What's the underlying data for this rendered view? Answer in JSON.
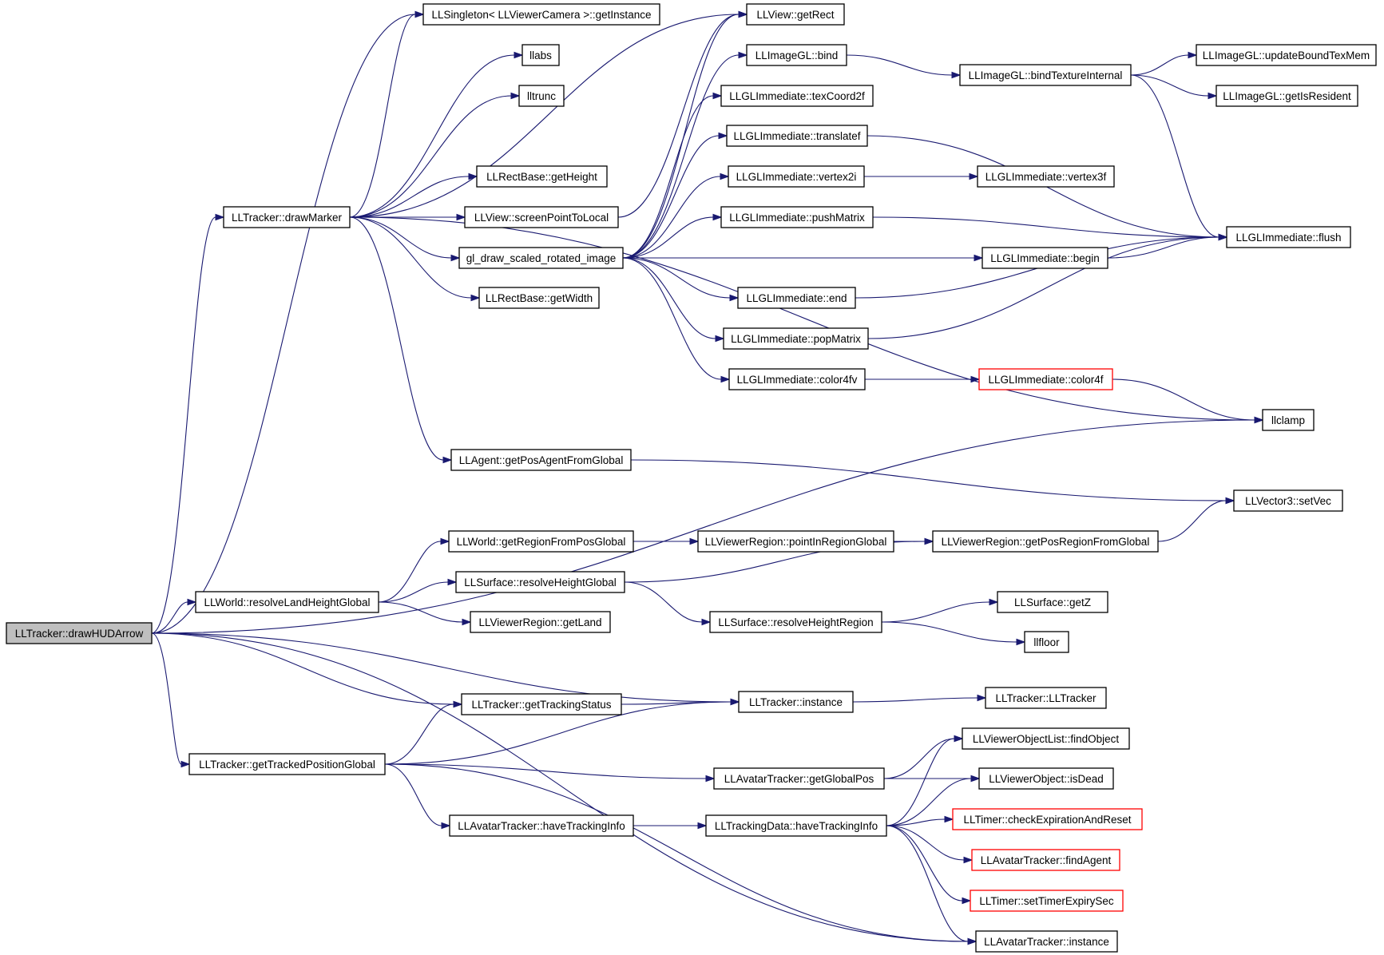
{
  "graph": {
    "title": "",
    "colors": {
      "edge": "#191970",
      "node_border": "#000000",
      "root_fill": "#bfbfbf",
      "truncated_border": "#ff0000"
    },
    "nodes": [
      {
        "id": "drawHUDArrow",
        "label": "LLTracker::drawHUDArrow",
        "root": true
      },
      {
        "id": "drawMarker",
        "label": "LLTracker::drawMarker"
      },
      {
        "id": "singletonCamera",
        "label": "LLSingleton< LLViewerCamera >::getInstance"
      },
      {
        "id": "llabs",
        "label": "llabs"
      },
      {
        "id": "lltrunc",
        "label": "lltrunc"
      },
      {
        "id": "rectGetHeight",
        "label": "LLRectBase::getHeight"
      },
      {
        "id": "screenPointToLocal",
        "label": "LLView::screenPointToLocal"
      },
      {
        "id": "glDraw",
        "label": "gl_draw_scaled_rotated_image"
      },
      {
        "id": "rectGetWidth",
        "label": "LLRectBase::getWidth"
      },
      {
        "id": "getPosAgent",
        "label": "LLAgent::getPosAgentFromGlobal"
      },
      {
        "id": "viewGetRect",
        "label": "LLView::getRect"
      },
      {
        "id": "imgBind",
        "label": "LLImageGL::bind"
      },
      {
        "id": "texCoord2f",
        "label": "LLGLImmediate::texCoord2f"
      },
      {
        "id": "translatef",
        "label": "LLGLImmediate::translatef"
      },
      {
        "id": "vertex2i",
        "label": "LLGLImmediate::vertex2i"
      },
      {
        "id": "pushMatrix",
        "label": "LLGLImmediate::pushMatrix"
      },
      {
        "id": "glBegin",
        "label": "LLGLImmediate::begin"
      },
      {
        "id": "glEnd",
        "label": "LLGLImmediate::end"
      },
      {
        "id": "popMatrix",
        "label": "LLGLImmediate::popMatrix"
      },
      {
        "id": "color4fv",
        "label": "LLGLImmediate::color4fv"
      },
      {
        "id": "color4f",
        "label": "LLGLImmediate::color4f",
        "truncated": true
      },
      {
        "id": "bindTexInternal",
        "label": "LLImageGL::bindTextureInternal"
      },
      {
        "id": "updateBoundTexMem",
        "label": "LLImageGL::updateBoundTexMem"
      },
      {
        "id": "getIsResident",
        "label": "LLImageGL::getIsResident"
      },
      {
        "id": "vertex3f",
        "label": "LLGLImmediate::vertex3f"
      },
      {
        "id": "glFlush",
        "label": "LLGLImmediate::flush"
      },
      {
        "id": "llclamp",
        "label": "llclamp"
      },
      {
        "id": "setVec",
        "label": "LLVector3::setVec"
      },
      {
        "id": "resolveLandHeight",
        "label": "LLWorld::resolveLandHeightGlobal"
      },
      {
        "id": "getRegionFromPos",
        "label": "LLWorld::getRegionFromPosGlobal"
      },
      {
        "id": "surfResolveHeightGlobal",
        "label": "LLSurface::resolveHeightGlobal"
      },
      {
        "id": "getLand",
        "label": "LLViewerRegion::getLand"
      },
      {
        "id": "pointInRegion",
        "label": "LLViewerRegion::pointInRegionGlobal"
      },
      {
        "id": "getPosRegion",
        "label": "LLViewerRegion::getPosRegionFromGlobal"
      },
      {
        "id": "surfResolveHeightRegion",
        "label": "LLSurface::resolveHeightRegion"
      },
      {
        "id": "surfGetZ",
        "label": "LLSurface::getZ"
      },
      {
        "id": "llfloor",
        "label": "llfloor"
      },
      {
        "id": "trackerInstance",
        "label": "LLTracker::instance"
      },
      {
        "id": "trackerCtor",
        "label": "LLTracker::LLTracker"
      },
      {
        "id": "getTrackingStatus",
        "label": "LLTracker::getTrackingStatus"
      },
      {
        "id": "getTrackedPos",
        "label": "LLTracker::getTrackedPositionGlobal"
      },
      {
        "id": "avatarGetGlobalPos",
        "label": "LLAvatarTracker::getGlobalPos"
      },
      {
        "id": "avatarHaveTracking",
        "label": "LLAvatarTracker::haveTrackingInfo"
      },
      {
        "id": "trackingDataHave",
        "label": "LLTrackingData::haveTrackingInfo"
      },
      {
        "id": "findObject",
        "label": "LLViewerObjectList::findObject"
      },
      {
        "id": "isDead",
        "label": "LLViewerObject::isDead"
      },
      {
        "id": "checkExpiration",
        "label": "LLTimer::checkExpirationAndReset",
        "truncated": true
      },
      {
        "id": "findAgent",
        "label": "LLAvatarTracker::findAgent",
        "truncated": true
      },
      {
        "id": "setTimerExpiry",
        "label": "LLTimer::setTimerExpirySec",
        "truncated": true
      },
      {
        "id": "avatarInstance",
        "label": "LLAvatarTracker::instance"
      }
    ],
    "edges": [
      [
        "drawHUDArrow",
        "singletonCamera"
      ],
      [
        "drawHUDArrow",
        "drawMarker"
      ],
      [
        "drawHUDArrow",
        "resolveLandHeight"
      ],
      [
        "drawHUDArrow",
        "llclamp"
      ],
      [
        "drawHUDArrow",
        "trackerInstance"
      ],
      [
        "drawHUDArrow",
        "getTrackingStatus"
      ],
      [
        "drawHUDArrow",
        "getTrackedPos"
      ],
      [
        "drawHUDArrow",
        "avatarInstance"
      ],
      [
        "drawMarker",
        "singletonCamera"
      ],
      [
        "drawMarker",
        "llabs"
      ],
      [
        "drawMarker",
        "lltrunc"
      ],
      [
        "drawMarker",
        "viewGetRect"
      ],
      [
        "drawMarker",
        "rectGetHeight"
      ],
      [
        "drawMarker",
        "screenPointToLocal"
      ],
      [
        "drawMarker",
        "glDraw"
      ],
      [
        "drawMarker",
        "rectGetWidth"
      ],
      [
        "drawMarker",
        "llclamp"
      ],
      [
        "drawMarker",
        "getPosAgent"
      ],
      [
        "screenPointToLocal",
        "viewGetRect"
      ],
      [
        "glDraw",
        "viewGetRect"
      ],
      [
        "glDraw",
        "imgBind"
      ],
      [
        "glDraw",
        "texCoord2f"
      ],
      [
        "glDraw",
        "translatef"
      ],
      [
        "glDraw",
        "vertex2i"
      ],
      [
        "glDraw",
        "pushMatrix"
      ],
      [
        "glDraw",
        "glBegin"
      ],
      [
        "glDraw",
        "glEnd"
      ],
      [
        "glDraw",
        "popMatrix"
      ],
      [
        "glDraw",
        "color4fv"
      ],
      [
        "imgBind",
        "bindTexInternal"
      ],
      [
        "bindTexInternal",
        "updateBoundTexMem"
      ],
      [
        "bindTexInternal",
        "getIsResident"
      ],
      [
        "bindTexInternal",
        "glFlush"
      ],
      [
        "translatef",
        "glFlush"
      ],
      [
        "vertex2i",
        "vertex3f"
      ],
      [
        "pushMatrix",
        "glFlush"
      ],
      [
        "glBegin",
        "glFlush"
      ],
      [
        "glEnd",
        "glFlush"
      ],
      [
        "popMatrix",
        "glFlush"
      ],
      [
        "color4fv",
        "color4f"
      ],
      [
        "color4f",
        "llclamp"
      ],
      [
        "getPosAgent",
        "setVec"
      ],
      [
        "resolveLandHeight",
        "getRegionFromPos"
      ],
      [
        "resolveLandHeight",
        "surfResolveHeightGlobal"
      ],
      [
        "resolveLandHeight",
        "getLand"
      ],
      [
        "getRegionFromPos",
        "pointInRegion"
      ],
      [
        "pointInRegion",
        "getPosRegion"
      ],
      [
        "getPosRegion",
        "setVec"
      ],
      [
        "surfResolveHeightGlobal",
        "getPosRegion"
      ],
      [
        "surfResolveHeightGlobal",
        "surfResolveHeightRegion"
      ],
      [
        "surfResolveHeightRegion",
        "surfGetZ"
      ],
      [
        "surfResolveHeightRegion",
        "llfloor"
      ],
      [
        "trackerInstance",
        "trackerCtor"
      ],
      [
        "getTrackingStatus",
        "trackerInstance"
      ],
      [
        "getTrackedPos",
        "getTrackingStatus"
      ],
      [
        "getTrackedPos",
        "trackerInstance"
      ],
      [
        "getTrackedPos",
        "avatarGetGlobalPos"
      ],
      [
        "getTrackedPos",
        "avatarHaveTracking"
      ],
      [
        "getTrackedPos",
        "avatarInstance"
      ],
      [
        "avatarGetGlobalPos",
        "findObject"
      ],
      [
        "avatarGetGlobalPos",
        "isDead"
      ],
      [
        "avatarHaveTracking",
        "trackingDataHave"
      ],
      [
        "trackingDataHave",
        "findObject"
      ],
      [
        "trackingDataHave",
        "isDead"
      ],
      [
        "trackingDataHave",
        "checkExpiration"
      ],
      [
        "trackingDataHave",
        "findAgent"
      ],
      [
        "trackingDataHave",
        "setTimerExpiry"
      ],
      [
        "trackingDataHave",
        "avatarInstance"
      ]
    ]
  }
}
